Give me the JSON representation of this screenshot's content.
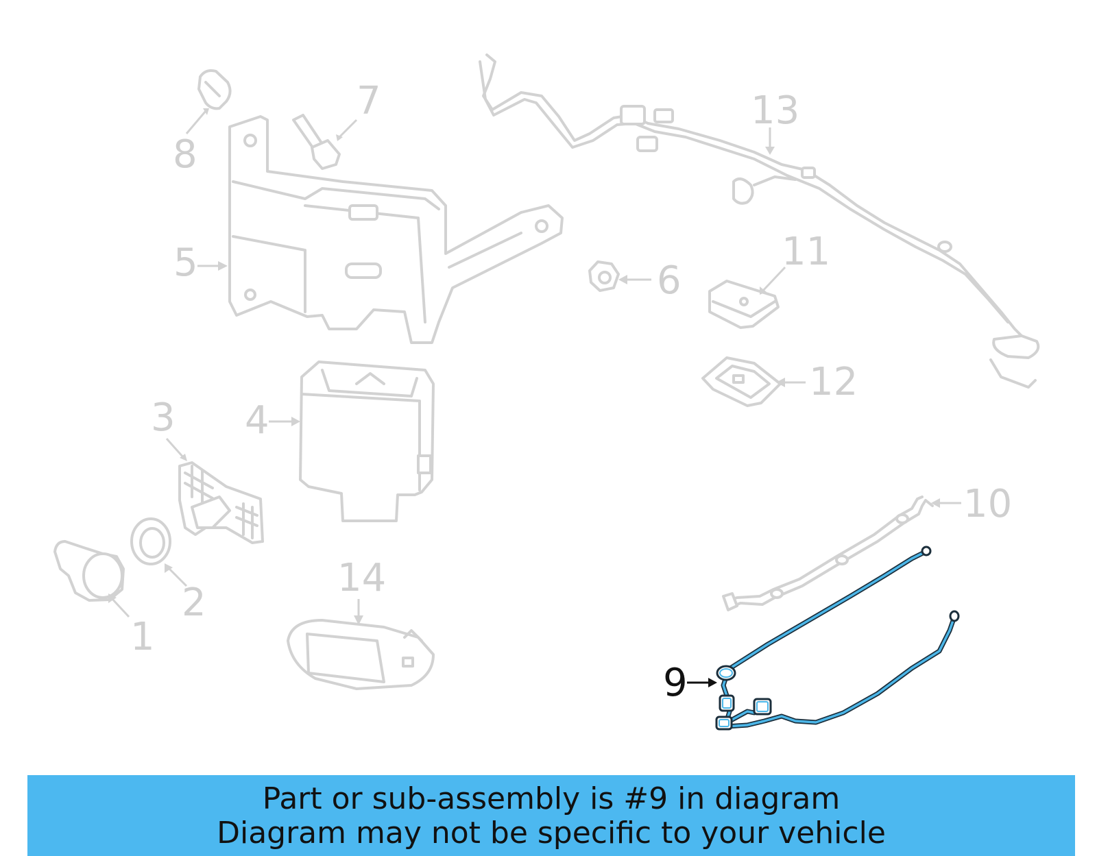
{
  "diagram": {
    "highlighted_part": "9",
    "highlight_color": "#4bb6e8",
    "callouts": [
      {
        "id": "c1",
        "label": "1"
      },
      {
        "id": "c2",
        "label": "2"
      },
      {
        "id": "c3",
        "label": "3"
      },
      {
        "id": "c4",
        "label": "4"
      },
      {
        "id": "c5",
        "label": "5"
      },
      {
        "id": "c6",
        "label": "6"
      },
      {
        "id": "c7",
        "label": "7"
      },
      {
        "id": "c8",
        "label": "8"
      },
      {
        "id": "c9",
        "label": "9"
      },
      {
        "id": "c10",
        "label": "10"
      },
      {
        "id": "c11",
        "label": "11"
      },
      {
        "id": "c12",
        "label": "12"
      },
      {
        "id": "c13",
        "label": "13"
      },
      {
        "id": "c14",
        "label": "14"
      }
    ]
  },
  "banner": {
    "line1": "Part or sub-assembly is #9 in diagram",
    "line2": "Diagram may not be specific to your vehicle",
    "color": "#4cb8f0"
  }
}
